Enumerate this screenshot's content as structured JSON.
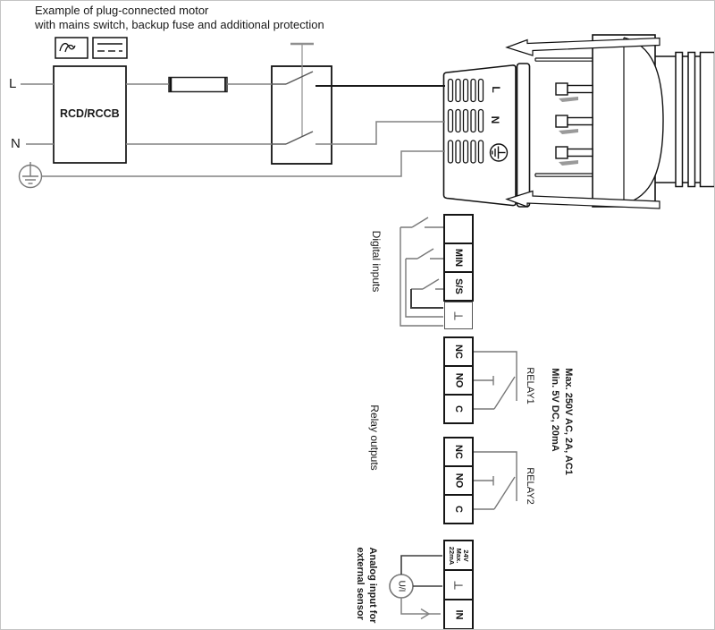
{
  "header": {
    "title_line1": "Example of plug-connected motor",
    "title_line2": "with mains switch, backup fuse and additional protection"
  },
  "supply": {
    "l": "L",
    "n": "N",
    "rcd": "RCD/RCCB"
  },
  "plug": {
    "l": "L",
    "n": "N"
  },
  "digital_inputs": {
    "label": "Digital inputs",
    "t1": "",
    "t2": "MIN",
    "t3": "S/S",
    "t4": "⊥"
  },
  "relays": {
    "label": "Relay outputs",
    "relay1": "RELAY1",
    "relay2": "RELAY2",
    "nc": "NC",
    "no": "NO",
    "c": "C",
    "rating1": "Max. 250V AC, 2A, AC1",
    "rating2": "Min. 5V DC, 20mA"
  },
  "analog": {
    "label1": "Analog input for",
    "label2": "external sensor",
    "sensor": "U/I",
    "supply1": "24V",
    "supply2": "Max.",
    "supply3": "22mA",
    "ground": "⊥",
    "input": "IN"
  },
  "colors": {
    "wire_gray": "#828282",
    "line_black": "#1a1a1a"
  }
}
